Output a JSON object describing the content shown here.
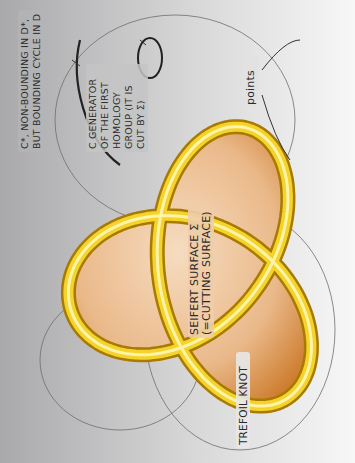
{
  "diagram": {
    "labels": [
      "C*, NON-BOUNDING IN D*, BUT BOUNDING CYCLE IN D",
      "C GENERATOR OF THE FIRST HOMOLOGY GROUP (IT IS CUT BY Σ)",
      "points",
      "SEIFERT SURFACE Σ (=CUTTING SURFACE)",
      "TREFOIL KNOT"
    ]
  }
}
